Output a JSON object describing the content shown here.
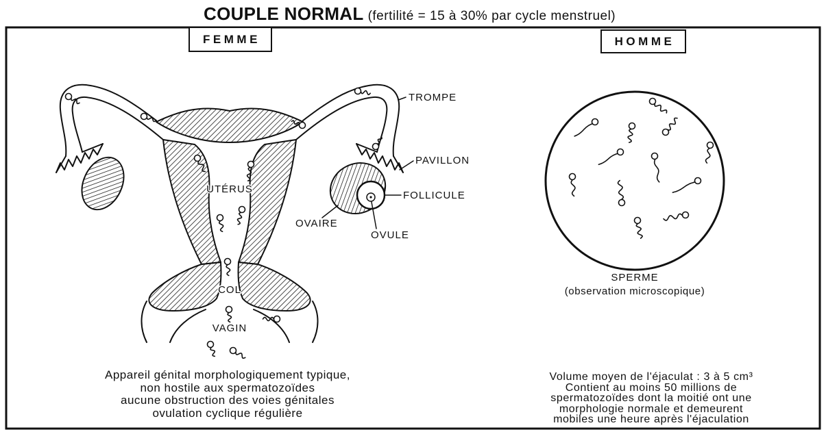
{
  "title": {
    "main": "COUPLE NORMAL",
    "sub": "(fertilité = 15 à 30% par cycle menstruel)"
  },
  "colors": {
    "ink": "#111111",
    "paper": "#ffffff"
  },
  "femme": {
    "header": "FEMME",
    "labels": {
      "trompe": "TROMPE",
      "pavillon": "PAVILLON",
      "uterus": "UTÉRUS",
      "follicule": "FOLLICULE",
      "ovaire": "OVAIRE",
      "ovule": "OVULE",
      "col": "COL",
      "vagin": "VAGIN"
    },
    "caption": [
      "Appareil génital morphologiquement typique,",
      "non hostile aux spermatozoïdes",
      "aucune obstruction des voies génitales",
      "ovulation cyclique régulière"
    ]
  },
  "homme": {
    "header": "HOMME",
    "diagram_label": "SPERME",
    "diagram_sublabel": "(observation microscopique)",
    "caption": [
      "Volume moyen de l'éjaculat : 3 à 5 cm³",
      "Contient au moins 50 millions de",
      "spermatozoïdes dont la moitié ont une",
      "morphologie normale et demeurent",
      "mobiles une heure après l'éjaculation"
    ]
  }
}
